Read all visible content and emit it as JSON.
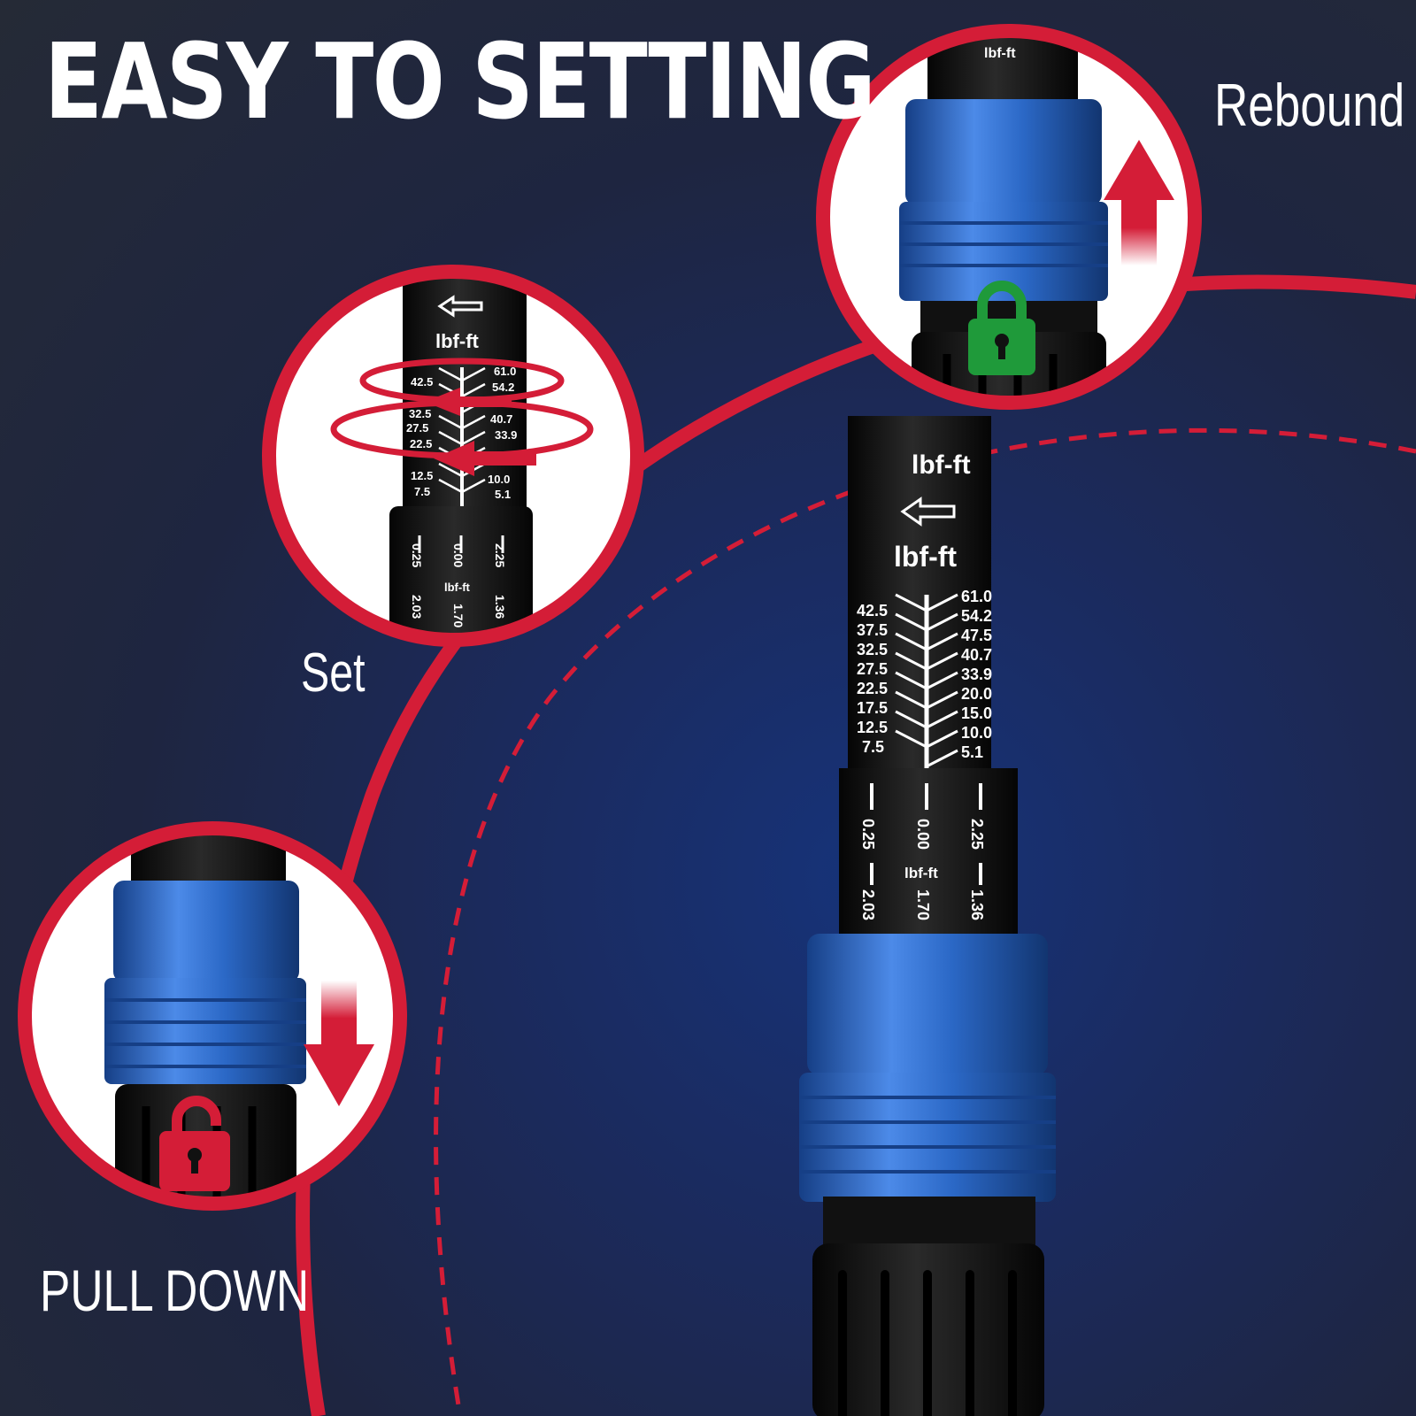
{
  "headline": "EASY TO SETTING",
  "steps": {
    "rebound": "Rebound",
    "set": "Set",
    "pull_down": "PULL DOWN"
  },
  "scale": {
    "unit": "lbf-ft",
    "left_values": [
      "42.5",
      "37.5",
      "32.5",
      "27.5",
      "22.5",
      "17.5",
      "12.5",
      "7.5"
    ],
    "right_values": [
      "61.0",
      "54.2",
      "47.5",
      "40.7",
      "33.9",
      "20.0",
      "15.0",
      "10.0",
      "5.1"
    ],
    "micro_left": [
      "0.25",
      "2.03"
    ],
    "micro_center": [
      "0.00",
      "1.70"
    ],
    "micro_right": [
      "2.25",
      "1.36"
    ]
  },
  "colors": {
    "accent_red": "#d41d37",
    "knob_blue": "#2f6fd1",
    "lock_green": "#1f9a3a",
    "lock_red": "#d41d37"
  },
  "icons": [
    "arrow-up-icon",
    "arrow-down-icon",
    "rotate-arrows-icon",
    "locked-padlock-icon",
    "unlocked-padlock-icon",
    "direction-arrow-icon"
  ]
}
